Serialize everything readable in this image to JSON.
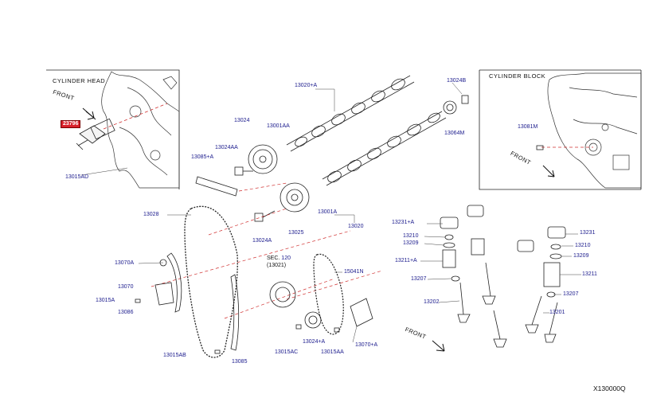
{
  "diagram": {
    "reference_code": "X130000Q",
    "captions": {
      "cylinder_head": "CYLINDER   HEAD",
      "cylinder_block": "CYLINDER   BLOCK",
      "front_left": "FRONT",
      "front_right": "FRONT",
      "front_bottom": "FRONT",
      "sec_label": "SEC.",
      "sec_number": "120",
      "sec_sub": "(13021)"
    },
    "highlighted_part": "23796",
    "parts": {
      "p13015AD": "13015AD",
      "p13024": "13024",
      "p13024AA": "13024AA",
      "p13085A": "13085+A",
      "p13001AA": "13001AA",
      "p13020A": "13020+A",
      "p13024B": "13024B",
      "p13064M": "13064M",
      "p13081M": "13081M",
      "p13028": "13028",
      "p13024A": "13024A",
      "p13025": "13025",
      "p13001A": "13001A",
      "p13020": "13020",
      "p13231A": "13231+A",
      "p13210A": "13210",
      "p13209A": "13209",
      "p13211A": "13211+A",
      "p13207A": "13207",
      "p13202": "13202",
      "p13231": "13231",
      "p13210": "13210",
      "p13209": "13209",
      "p13211": "13211",
      "p13207": "13207",
      "p13201": "13201",
      "p13070A": "13070A",
      "p13070": "13070",
      "p13015A": "13015A",
      "p13086": "13086",
      "p15041N": "15041N",
      "p13024pA": "13024+A",
      "p13015AC": "13015AC",
      "p13015AA": "13015AA",
      "p13070pA": "13070+A",
      "p13015AB": "13015AB",
      "p13085": "13085"
    }
  }
}
